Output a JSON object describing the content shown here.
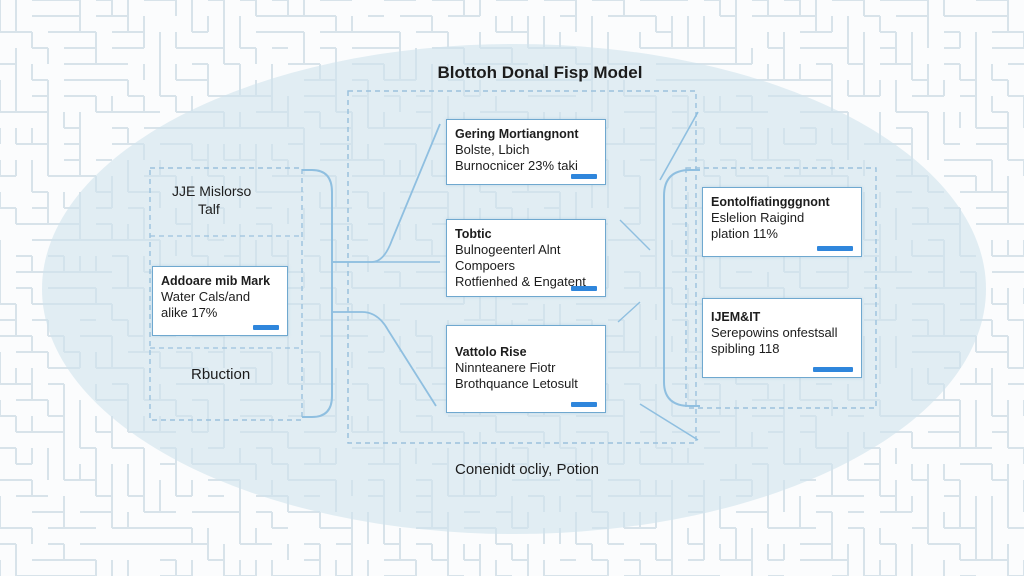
{
  "title": "Blottoh Donal Fisp Model",
  "footer": "Conenidt ocliy, Potion",
  "left_group": {
    "header_line1": "JJE Mislorso",
    "header_line2": "Talf",
    "card": {
      "head": "Addoare mib Mark",
      "lines": [
        "Water Cals/and",
        "alike 17%"
      ]
    },
    "bottom_label": "Rbuction"
  },
  "center_cards": [
    {
      "head": "Gering Mortiangnont",
      "lines": [
        "Bolste, Lbich",
        "Burnocnicer 23% taki"
      ]
    },
    {
      "head": "Tobtic",
      "lines": [
        "Bulnogeenterl Alnt",
        "Compoers",
        "Rotfienhed & Engatent"
      ]
    },
    {
      "head": "Vattolo Rise",
      "lines": [
        "Ninnteanere Fiotr",
        "Brothquance Letosult"
      ]
    }
  ],
  "right_cards": [
    {
      "head": "Eontolfiatingggnont",
      "lines": [
        "Eslelion Raigind",
        "plation 11%"
      ]
    },
    {
      "head": "IJEM&IT",
      "lines": [
        "Serepowins onfestsall",
        "spibling 118"
      ]
    }
  ],
  "colors": {
    "accent_bar": "#2f86dc",
    "card_border": "#6fa8cf",
    "ellipse_fill": "#d0e4ee",
    "connector": "#8fbfe0",
    "maze_line": "#d8e3ea"
  }
}
